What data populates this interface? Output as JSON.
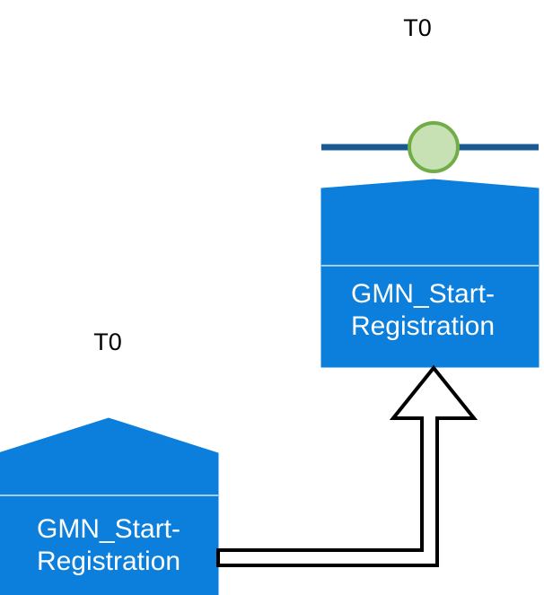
{
  "diagram": {
    "title": "",
    "colors": {
      "node_fill": "#0b7fdb",
      "node_stroke": "#0b7fdb",
      "divider": "#9fd0f2",
      "bar": "#1a5a92",
      "circle_fill": "#c7e0b4",
      "circle_stroke": "#70ad47",
      "arrow_stroke": "#000000",
      "arrow_fill": "#ffffff",
      "label_text": "#ffffff",
      "marker_text": "#000000",
      "background": "#ffffff"
    },
    "nodes": [
      {
        "id": "top-node",
        "name": "GMN_Start-\nRegistration",
        "marker": "T0",
        "shape": "home-plate-pentagon"
      },
      {
        "id": "bottom-node",
        "name": "GMN_Start-\nRegistration",
        "marker": "T0",
        "shape": "home-plate-pentagon"
      }
    ],
    "connector": {
      "from": "bottom-node",
      "to": "top-node",
      "style": "block-arrow-elbow",
      "direction": "up"
    },
    "timeline": {
      "id": "top-timeline",
      "marker_label": "T0",
      "handle": "circle-handle"
    }
  }
}
